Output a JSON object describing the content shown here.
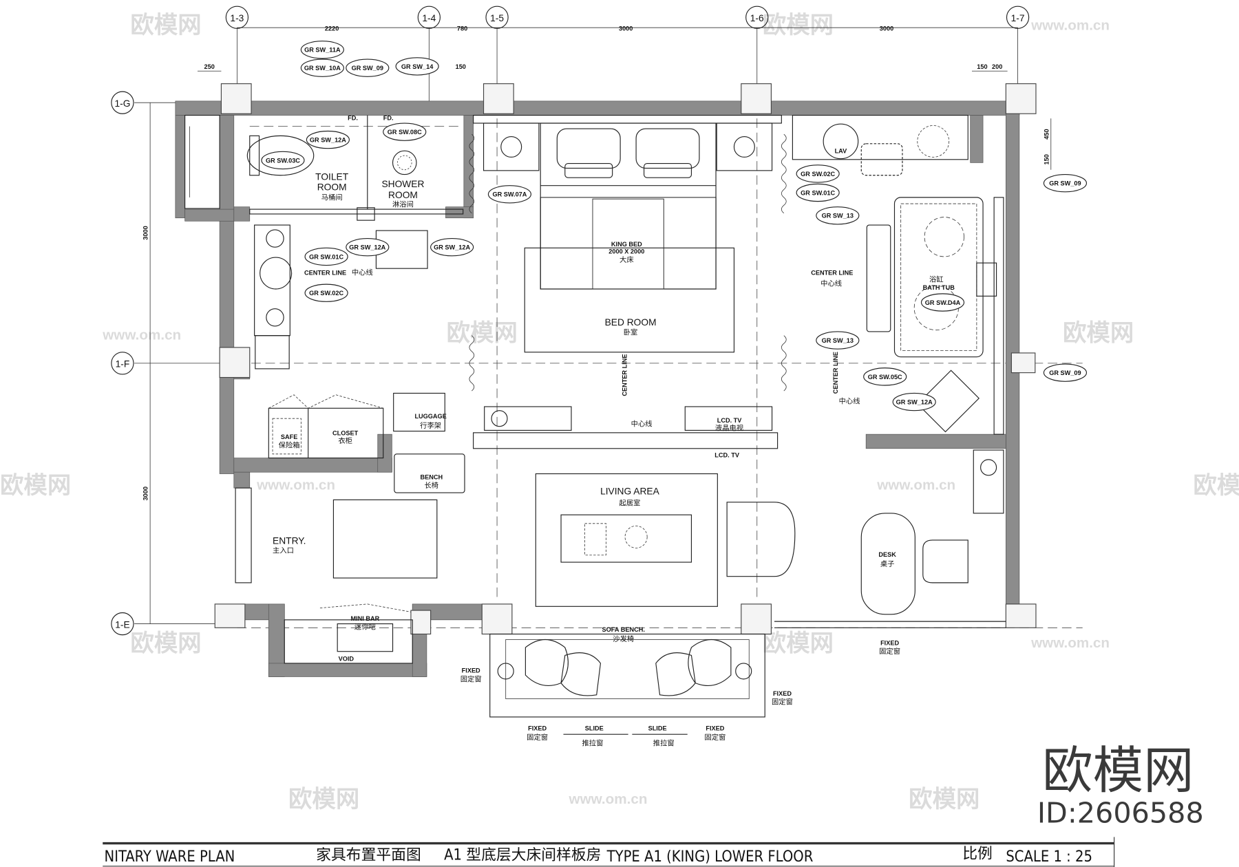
{
  "grid": {
    "columns": [
      "1-3",
      "1-4",
      "1-5",
      "1-6",
      "1-7"
    ],
    "rows": [
      "1-G",
      "1-F",
      "1-E"
    ]
  },
  "dimensions": {
    "top": [
      "2220",
      "780",
      "3000",
      "3000"
    ],
    "secondary": [
      "250",
      "150",
      "150",
      "200",
      "450",
      "150"
    ],
    "left": [
      "3000",
      "3000"
    ]
  },
  "tags": [
    "GR SW_11A",
    "GR SW_10A",
    "GR SW_09",
    "GR SW_14",
    "GR SW_12A",
    "GR SW.03C",
    "GR SW.08C",
    "GR SW.07A",
    "GR SW_12A",
    "GR SW_12A",
    "GR SW.01C",
    "GR SW.02C",
    "GR SW.02C",
    "GR SW.01C",
    "GR SW_13",
    "GR SW_09",
    "GR SW.D4A",
    "GR SW_13",
    "GR SW_09",
    "GR SW.05C",
    "GR SW_12A"
  ],
  "rooms": {
    "toilet": {
      "en1": "TOILET",
      "en2": "ROOM",
      "cn": "马桶间"
    },
    "shower": {
      "en1": "SHOWER",
      "en2": "ROOM",
      "cn": "淋浴间"
    },
    "king_bed": {
      "en": "KING BED",
      "size": "2000 X 2000",
      "cn": "大床"
    },
    "bedroom": {
      "en": "BED ROOM",
      "cn": "卧室"
    },
    "lav": "LAV",
    "bath_tub": {
      "en": "BATH TUB",
      "cn": "浴缸"
    },
    "luggage": {
      "en": "LUGGAGE",
      "cn": "行李架"
    },
    "safe": {
      "en": "SAFE",
      "cn": "保险箱"
    },
    "closet": {
      "en": "CLOSET",
      "cn": "衣柜"
    },
    "bench": {
      "en": "BENCH",
      "cn": "长椅"
    },
    "lcd_tv": {
      "en": "LCD. TV",
      "cn": "液晶电视",
      "en2": "LCD. TV"
    },
    "living": {
      "en": "LIVING AREA",
      "cn": "起居室"
    },
    "entry": {
      "en": "ENTRY.",
      "cn": "主入口"
    },
    "desk": {
      "en": "DESK",
      "cn": "桌子"
    },
    "minibar": {
      "en": "MINI BAR",
      "cn": "迷你吧"
    },
    "void": "VOID",
    "sofa": {
      "en": "SOFA BENCH.",
      "cn": "沙发椅"
    },
    "fd": "FD."
  },
  "center_line": {
    "en": "CENTER LINE",
    "cn": "中心线"
  },
  "windows": {
    "fixed": "FIXED",
    "fixed_cn": "固定窗",
    "slide": "SLIDE",
    "slide_cn": "推拉窗"
  },
  "watermark": {
    "brand": "欧模网",
    "id": "ID:2606588",
    "url": "www.om.cn"
  },
  "title_block": {
    "plan_name": "NITARY WARE PLAN",
    "plan_cn": "家具布置平面图",
    "type_cn": "A1 型底层大床间样板房",
    "type_en": "TYPE A1 (KING) LOWER FLOOR",
    "scale_cn": "比例",
    "scale": "SCALE 1 : 25"
  }
}
